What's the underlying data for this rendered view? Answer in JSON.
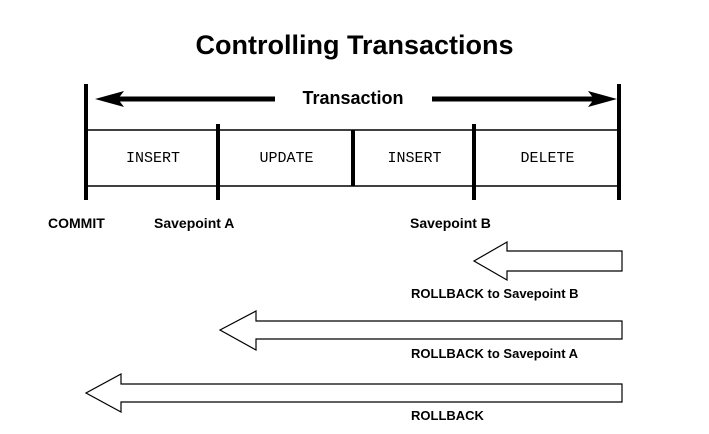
{
  "title": "Controlling Transactions",
  "transaction_label": "Transaction",
  "operations": [
    "INSERT",
    "UPDATE",
    "INSERT",
    "DELETE"
  ],
  "markers": {
    "commit": "COMMIT",
    "savepoint_a": "Savepoint A",
    "savepoint_b": "Savepoint B"
  },
  "rollbacks": [
    "ROLLBACK to Savepoint B",
    "ROLLBACK to Savepoint A",
    "ROLLBACK"
  ]
}
